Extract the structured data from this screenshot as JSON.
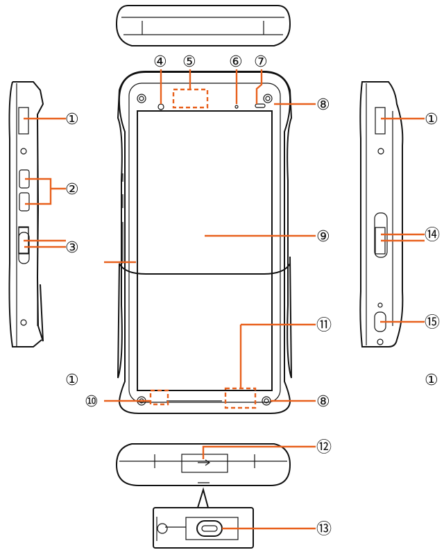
{
  "title": "Phone parts diagram",
  "colors": {
    "callout": "#e8601c",
    "outline": "#111111"
  },
  "callouts": {
    "c1": "①",
    "c2": "②",
    "c3": "③",
    "c4": "④",
    "c5": "⑤",
    "c6": "⑥",
    "c7": "⑦",
    "c8": "⑧",
    "c9": "⑨",
    "c10": "⑩",
    "c11": "⑪",
    "c12": "⑫",
    "c13": "⑬",
    "c14": "⑭",
    "c15": "⑮"
  },
  "icons": [
    "usb-icon",
    "camera-icon"
  ]
}
